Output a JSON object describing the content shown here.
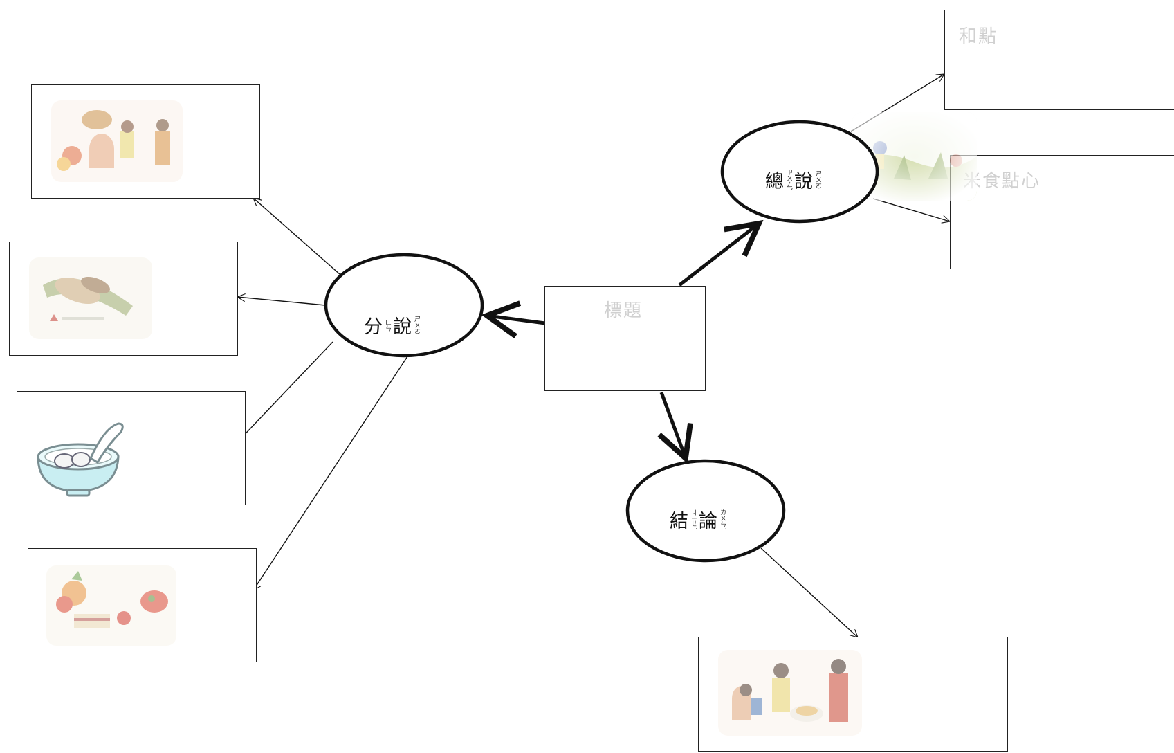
{
  "title_box": {
    "text": "標題"
  },
  "nodes": {
    "general": {
      "chars": [
        {
          "zh": "總",
          "bpmf": "ㄗㄨㄥˇ"
        },
        {
          "zh": "說",
          "bpmf": "ㄕㄨㄛ"
        }
      ]
    },
    "detail": {
      "chars": [
        {
          "zh": "分",
          "bpmf": "ㄈㄣ"
        },
        {
          "zh": "說",
          "bpmf": "ㄕㄨㄛ"
        }
      ]
    },
    "conclusion": {
      "chars": [
        {
          "zh": "結",
          "bpmf": "ㄐㄧㄝˊ"
        },
        {
          "zh": "論",
          "bpmf": "ㄌㄨㄣˋ"
        }
      ]
    }
  },
  "general_boxes": [
    {
      "text": "和點"
    },
    {
      "text": "米食點心"
    }
  ],
  "detail_boxes": [
    {
      "icon": "family-meal-illustration"
    },
    {
      "icon": "rice-dumpling-illustration"
    },
    {
      "icon": "soup-bowl-icon"
    },
    {
      "icon": "fruit-dessert-illustration"
    }
  ],
  "conclusion_box": {
    "icon": "family-dinner-illustration"
  },
  "colors": {
    "line": "#111111",
    "faded_text": "#d0d0d0",
    "bowl": "#c9eef2"
  }
}
